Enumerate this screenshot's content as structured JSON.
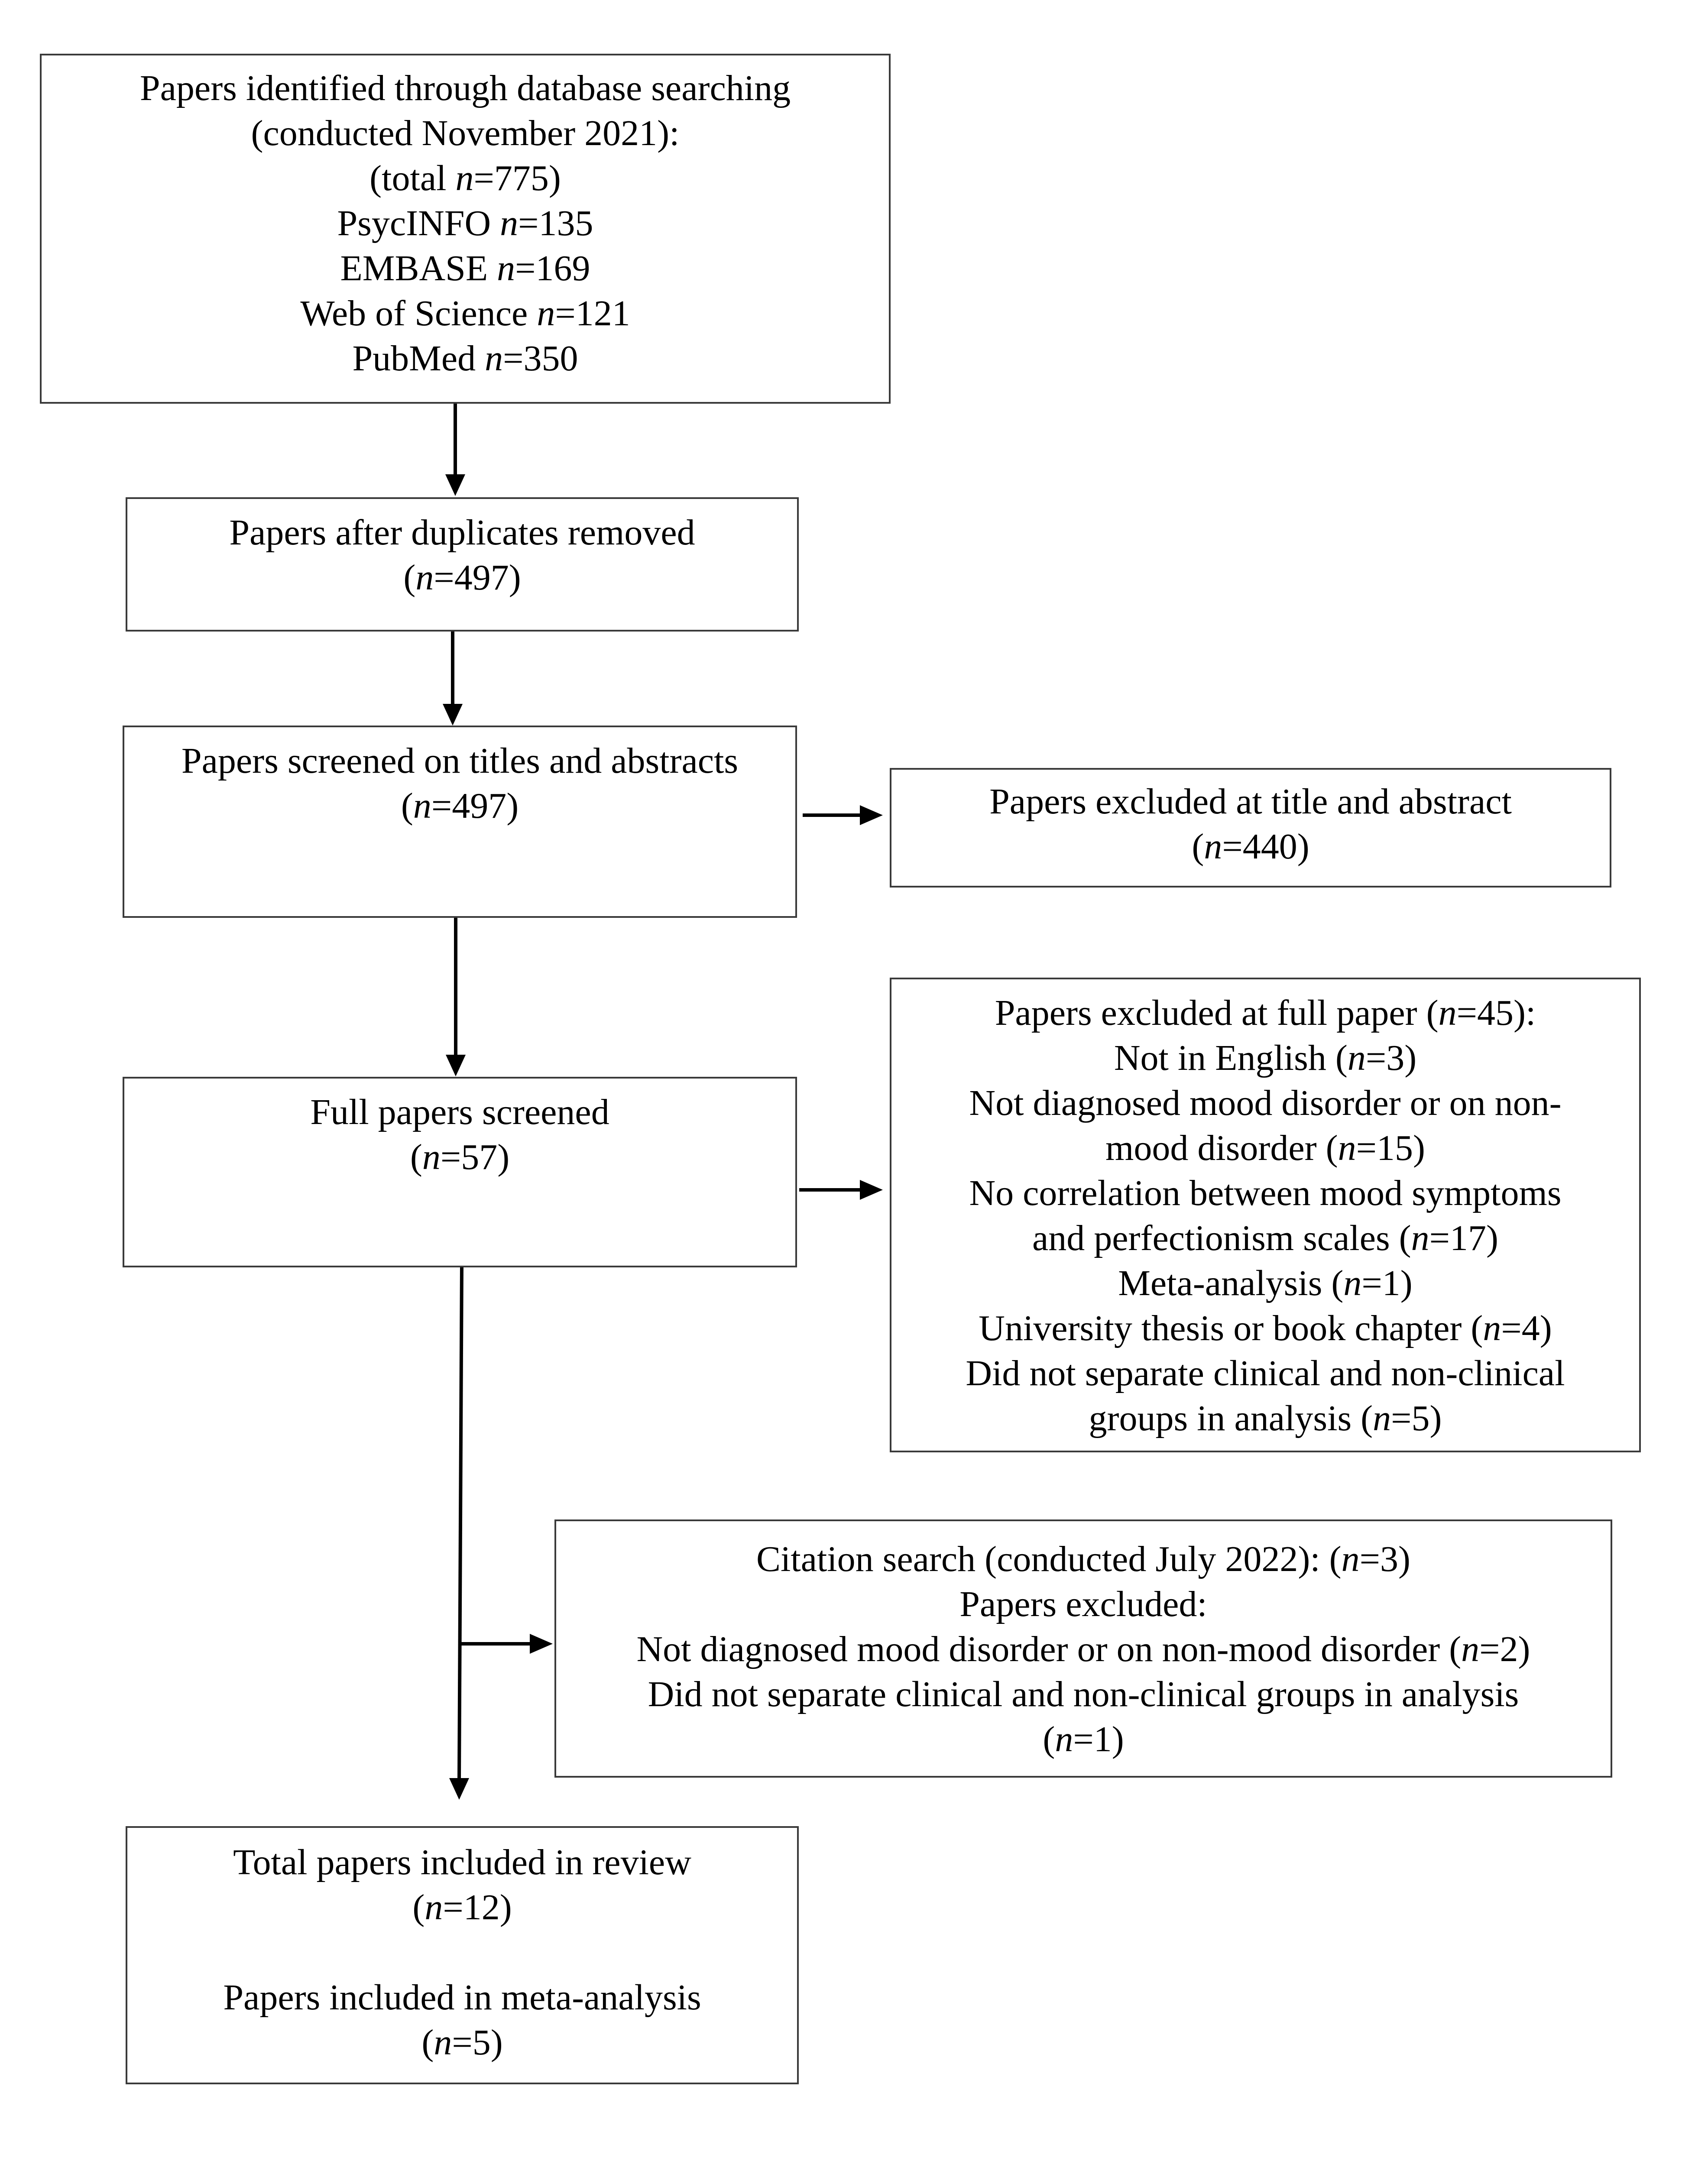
{
  "boxes": {
    "identified": {
      "lines": [
        "Papers identified through database searching",
        "(conducted November 2021):",
        "(total n=775)",
        "PsycINFO n=135",
        "EMBASE n=169",
        "Web of Science n=121",
        "PubMed n=350"
      ]
    },
    "duplicates_removed": {
      "lines": [
        "Papers after duplicates removed",
        "(n=497)"
      ]
    },
    "screened": {
      "lines": [
        "Papers screened on titles and abstracts",
        "(n=497)"
      ]
    },
    "excluded_title_abstract": {
      "lines": [
        "Papers excluded at title and abstract",
        "(n=440)"
      ]
    },
    "full_papers": {
      "lines": [
        "Full papers screened",
        "(n=57)"
      ]
    },
    "excluded_full_paper": {
      "lines": [
        "Papers excluded at full paper (n=45):",
        "Not in English (n=3)",
        "Not diagnosed mood disorder or on non-",
        "mood disorder (n=15)",
        "No correlation between mood symptoms",
        "and perfectionism scales (n=17)",
        "Meta-analysis (n=1)",
        "University thesis or book chapter (n=4)",
        "Did not separate clinical and non-clinical",
        "groups in analysis (n=5)"
      ]
    },
    "citation_search": {
      "lines": [
        "Citation search (conducted July 2022): (n=3)",
        "Papers excluded:",
        "Not diagnosed mood disorder or on non-mood disorder (n=2)",
        "Did not separate clinical and non-clinical groups in analysis",
        "(n=1)"
      ]
    },
    "included": {
      "lines": [
        "Total papers included in review",
        "(n=12)",
        "",
        "Papers included in meta-analysis",
        "(n=5)"
      ]
    }
  }
}
